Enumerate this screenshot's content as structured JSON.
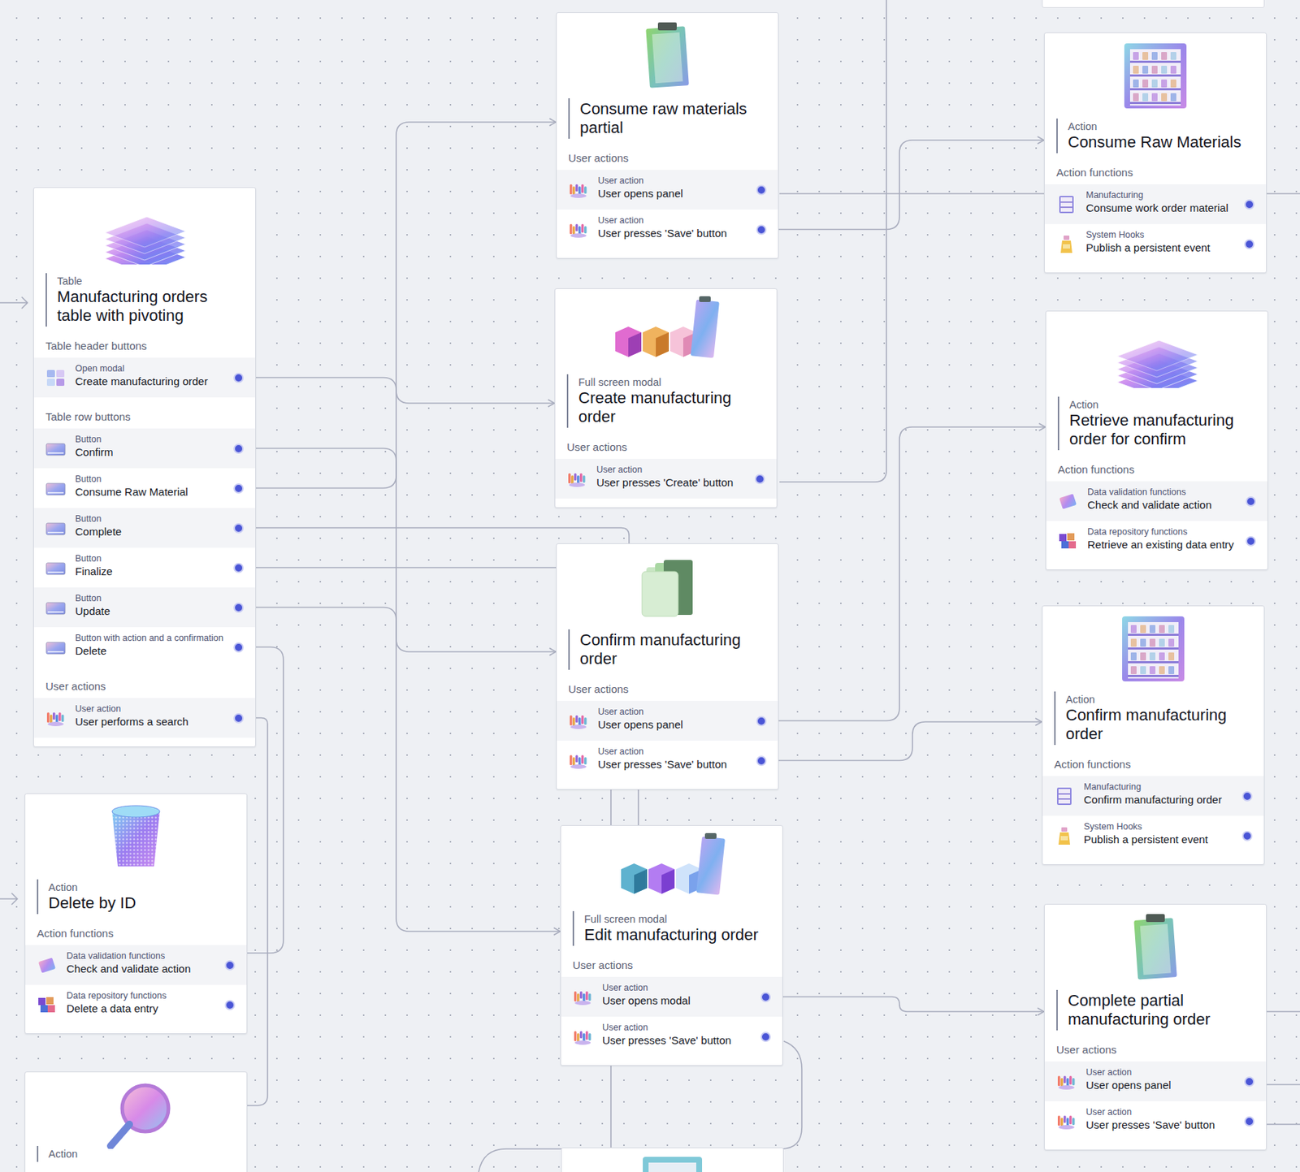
{
  "diagram": {
    "nodes": [
      {
        "text": [
          "Table",
          "Manufacturing orders table with pivoting",
          "Table header buttons",
          "Table row buttons",
          "User actions"
        ]
      },
      {
        "text": [
          "Open modal",
          "Create manufacturing order"
        ],
        "in": 0
      },
      {
        "text": [
          "Button",
          "Confirm"
        ],
        "in": 0
      },
      {
        "text": [
          "Button",
          "Consume Raw Material"
        ],
        "in": 0
      },
      {
        "text": [
          "Button",
          "Complete"
        ],
        "in": 0
      },
      {
        "text": [
          "Button",
          "Finalize"
        ],
        "in": 0
      },
      {
        "text": [
          "Button",
          "Update"
        ],
        "in": 0
      },
      {
        "text": [
          "Button with action and a confirmation",
          "Delete"
        ],
        "in": 0
      },
      {
        "text": [
          "User action",
          "User performs a search"
        ],
        "in": 0
      },
      {
        "text": [
          "Action",
          "Delete by ID",
          "Action functions"
        ]
      },
      {
        "text": [
          "Data validation functions",
          "Check and validate action"
        ],
        "in": 9
      },
      {
        "text": [
          "Data repository functions",
          "Delete a data entry"
        ],
        "in": 9
      },
      {
        "text": [
          "Action"
        ]
      },
      {
        "text": [
          "Consume raw materials partial",
          "User actions"
        ]
      },
      {
        "text": [
          "User action",
          "User opens panel"
        ],
        "in": 13
      },
      {
        "text": [
          "User action",
          "User presses 'Save' button"
        ],
        "in": 13
      },
      {
        "text": [
          "Full screen modal",
          "Create manufacturing order",
          "User actions"
        ]
      },
      {
        "text": [
          "User action",
          "User presses 'Create' button"
        ],
        "in": 16
      },
      {
        "text": [
          "Confirm manufacturing order",
          "User actions"
        ]
      },
      {
        "text": [
          "User action",
          "User opens panel"
        ],
        "in": 18
      },
      {
        "text": [
          "User action",
          "User presses 'Save' button"
        ],
        "in": 18
      },
      {
        "text": [
          "Full screen modal",
          "Edit manufacturing order",
          "User actions"
        ]
      },
      {
        "text": [
          "User action",
          "User opens modal"
        ],
        "in": 21
      },
      {
        "text": [
          "User action",
          "User presses 'Save' button"
        ],
        "in": 21
      },
      {
        "text": [
          "Action",
          "Consume Raw Materials",
          "Action functions"
        ]
      },
      {
        "text": [
          "Manufacturing",
          "Consume work order material"
        ],
        "in": 24
      },
      {
        "text": [
          "System Hooks",
          "Publish a persistent event"
        ],
        "in": 24
      },
      {
        "text": [
          "Action",
          "Retrieve manufacturing order for confirm",
          "Action functions"
        ]
      },
      {
        "text": [
          "Data validation functions",
          "Check and validate action"
        ],
        "in": 27
      },
      {
        "text": [
          "Data repository functions",
          "Retrieve an existing data entry"
        ],
        "in": 27
      },
      {
        "text": [
          "Action",
          "Confirm manufacturing order",
          "Action functions"
        ]
      },
      {
        "text": [
          "Manufacturing",
          "Confirm manufacturing order"
        ],
        "in": 30
      },
      {
        "text": [
          "System Hooks",
          "Publish a persistent event"
        ],
        "in": 30
      },
      {
        "text": [
          "Complete partial manufacturing order",
          "User actions"
        ]
      },
      {
        "text": [
          "User action",
          "User opens panel"
        ],
        "in": 33
      },
      {
        "text": [
          "User action",
          "User presses 'Save' button"
        ],
        "in": 33
      }
    ],
    "edges": [
      {
        "from": 1,
        "to": 16,
        "arrow": "to"
      },
      {
        "from": 2,
        "to": 18,
        "arrow": "to"
      },
      {
        "from": 3,
        "to": 13,
        "arrow": "to"
      },
      {
        "from": 4,
        "to": 18,
        "arrow": "none"
      },
      {
        "from": 5,
        "to": 18,
        "arrow": "none"
      },
      {
        "from": 6,
        "to": 21,
        "arrow": "to"
      },
      {
        "from": 7,
        "to": 9,
        "arrow": "none"
      },
      {
        "from": 8,
        "to": 12,
        "arrow": "none"
      },
      {
        "from": 15,
        "to": 24,
        "arrow": "to"
      },
      {
        "from": 19,
        "to": 27,
        "arrow": "to"
      },
      {
        "from": 20,
        "to": 30,
        "arrow": "to"
      },
      {
        "from": 22,
        "to": 33,
        "arrow": "to"
      }
    ]
  }
}
